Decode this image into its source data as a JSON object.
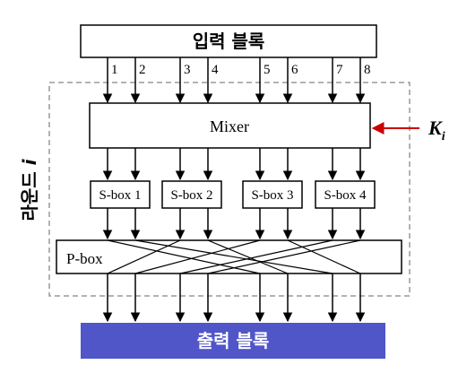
{
  "input_block": {
    "label": "입력 블록"
  },
  "output_block": {
    "label": "출력 블록",
    "fill_color": "#5055c8",
    "text_color": "#ffffff"
  },
  "round_label": {
    "prefix": "라운드 ",
    "var": "i"
  },
  "input_numbers": [
    "1",
    "2",
    "3",
    "4",
    "5",
    "6",
    "7",
    "8"
  ],
  "mixer": {
    "label": "Mixer"
  },
  "key": {
    "letter": "K",
    "subscript": "i",
    "arrow_color": "#cc0000"
  },
  "sboxes": [
    "S-box 1",
    "S-box 2",
    "S-box 3",
    "S-box 4"
  ],
  "pbox": {
    "label": "P-box"
  }
}
